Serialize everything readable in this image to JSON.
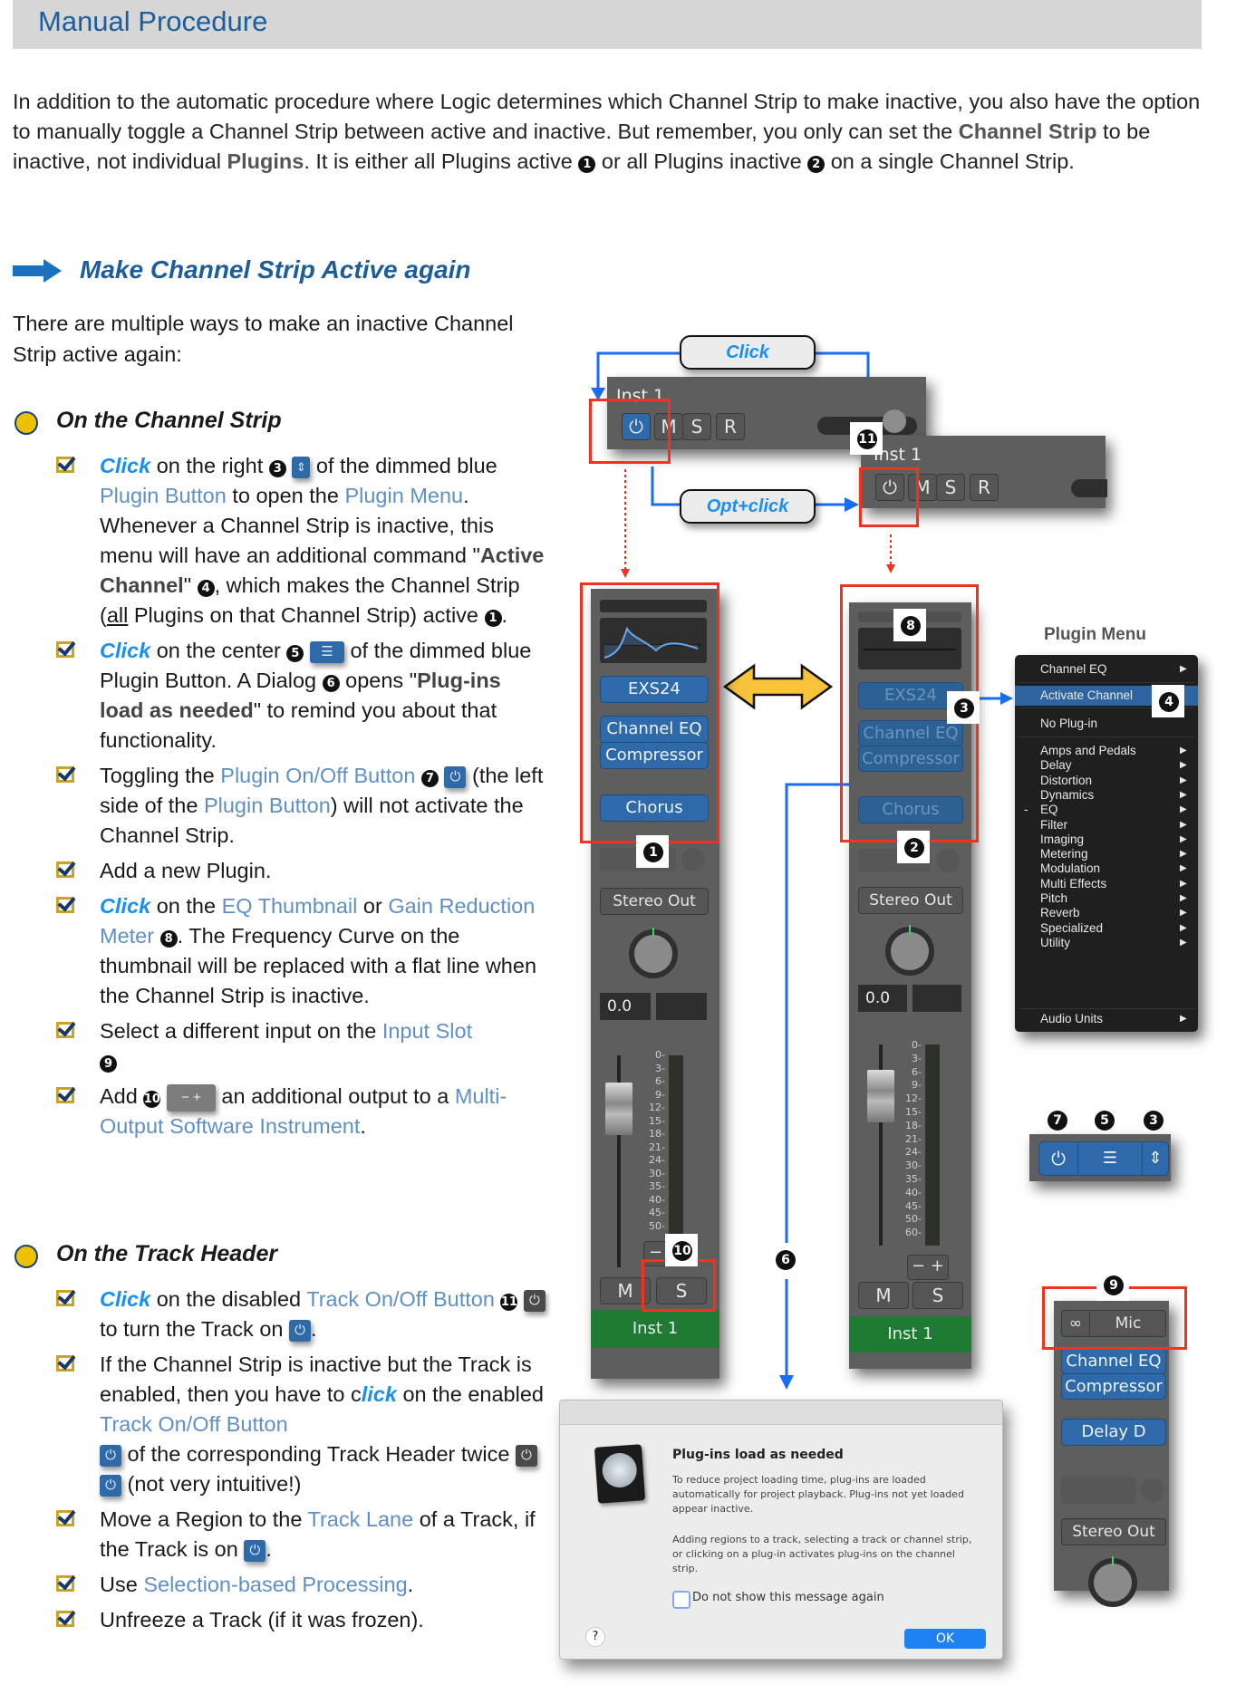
{
  "header": {
    "title": "Manual Procedure"
  },
  "intro": {
    "p1": "In addition to the automatic procedure where Logic determines which Channel Strip to make inactive, you also have the option to manually toggle a Channel Strip between active and inactive. But remember, you only can set the ",
    "b1": "Channel Strip",
    "p2": " to be inactive, not individual ",
    "b2": "Plugins",
    "p3": ". It is either all Plugins active ",
    "n1": "1",
    "p4": " or all Plugins inactive ",
    "n2": "2",
    "p5": " on a single Channel Strip."
  },
  "subheading": {
    "icon": "right-arrow-icon",
    "title": "Make Channel Strip Active again"
  },
  "lead": "There are multiple ways to make an inactive Channel Strip active again:",
  "sections": [
    {
      "title": "On the Channel Strip",
      "items": [
        {
          "click": "Click",
          "t1": " on the right ",
          "n": "3",
          "t2": " of the dimmed blue ",
          "l1": "Plugin Button",
          "t3": " to open the ",
          "l2": "Plugin Menu",
          "t4": ". Whenever a Channel Strip is inactive, this menu will have an additional command \"",
          "b": "Active Channel",
          "t5": "\" ",
          "n2": "4",
          "t6": ", which makes the Channel Strip (",
          "u": "all",
          "t7": " Plugins on that Channel Strip) active ",
          "n3": "1",
          "t8": "."
        },
        {
          "click": "Click",
          "t1": " on the center ",
          "n": "5",
          "t2": " of the dimmed blue Plugin Button. A Dialog ",
          "n2": "6",
          "t3": " opens \"",
          "b": "Plug-ins load as needed",
          "t4": "\" to remind you about that functionality."
        },
        {
          "t1": "Toggling the ",
          "l1": "Plugin On/Off Button",
          "n": "7",
          "t2": " (the left side of the ",
          "l2": "Plugin Button",
          "t3": ") will not activate the Channel Strip."
        },
        {
          "t1": "Add a new Plugin."
        },
        {
          "click": "Click",
          "t1": " on the ",
          "l1": "EQ Thumbnail",
          "t2": " or ",
          "l2": "Gain Reduction Meter",
          "n": "8",
          "t3": ". The Frequency Curve on the thumbnail will be replaced with a flat line when the Channel Strip is inactive."
        },
        {
          "t1": "Select a different input on the ",
          "l1": "Input Slot",
          "n": "9"
        },
        {
          "t1": "Add ",
          "n": "10",
          "t2": " an additional output to a ",
          "l1": "Multi-Output Software Instrument",
          "t3": "."
        }
      ]
    },
    {
      "title": "On the Track Header",
      "items": [
        {
          "click": "Click",
          "t1": " on the disabled ",
          "l1": "Track On/Off Button",
          "n": "11",
          "t2": " to turn the Track on ",
          "t3": "."
        },
        {
          "t1": "If the Channel Strip is inactive but the Track is enabled, then you have to c",
          "click": "lick",
          "t2": " on the enabled ",
          "l1": "Track On/Off Button",
          "t3": " of the corresponding Track Header twice ",
          "t4": " (not very intuitive!)"
        },
        {
          "t1": "Move a Region to the ",
          "l1": "Track Lane",
          "t2": " of a Track, if the Track is on ",
          "t3": "."
        },
        {
          "t1": "Use ",
          "l1": "Selection-based Processing",
          "t2": "."
        },
        {
          "t1": "Unfreeze a Track (if it was frozen)."
        }
      ]
    }
  ],
  "icons": {
    "power": "⏻",
    "updown": "⇕",
    "sliders": "☰",
    "minus_plus": "− +"
  },
  "diagram": {
    "click_label": "Click",
    "optclick_label": "Opt+click",
    "track_header_name": "Inst 1",
    "track_buttons": [
      "M",
      "S",
      "R"
    ],
    "callouts": {
      "n1": "1",
      "n2": "2",
      "n3": "3",
      "n4": "4",
      "n5": "5",
      "n6": "6",
      "n7": "7",
      "n8": "8",
      "n9": "9",
      "n10": "10",
      "n11": "11"
    },
    "strip_active": {
      "plugins": [
        "EXS24",
        "Channel EQ",
        "Compressor",
        "Chorus"
      ],
      "output": "Stereo Out",
      "volume": "0.0",
      "mute": "M",
      "solo": "S",
      "name": "Inst 1"
    },
    "strip_inactive": {
      "plugins": [
        "EXS24",
        "Channel EQ",
        "Compressor",
        "Chorus"
      ],
      "output": "Stereo Out",
      "volume": "0.0",
      "mute": "M",
      "solo": "S",
      "name": "Inst 1"
    },
    "meter_scale_1": [
      "0",
      "3",
      "6",
      "9",
      "12",
      "15",
      "18",
      "21",
      "24",
      "30",
      "35",
      "40",
      "45",
      "50"
    ],
    "meter_scale_2": [
      "0",
      "3",
      "6",
      "9",
      "12",
      "15",
      "18",
      "21",
      "24",
      "30",
      "35",
      "40",
      "45",
      "50",
      "60"
    ],
    "plugin_menu": {
      "title": "Plugin Menu",
      "top": "Channel EQ",
      "highlight": "Activate Channel",
      "no_plugin": "No Plug-in",
      "categories": [
        "Amps and Pedals",
        "Delay",
        "Distortion",
        "Dynamics",
        "EQ",
        "Filter",
        "Imaging",
        "Metering",
        "Modulation",
        "Multi Effects",
        "Pitch",
        "Reverb",
        "Specialized",
        "Utility"
      ],
      "current_marker": "-",
      "bottom": "Audio Units"
    },
    "input_strip": {
      "input": "Mic",
      "plugins": [
        "Channel EQ",
        "Compressor",
        "Delay D"
      ],
      "output": "Stereo Out"
    },
    "dialog": {
      "title": "Plug-ins load as needed",
      "body1": "To reduce project loading time, plug-ins are loaded automatically for project playback. Plug-ins not yet loaded appear inactive.",
      "body2": "Adding regions to a track, selecting a track or channel strip, or clicking on a plug-in activates plug-ins on the channel strip.",
      "checkbox": "Do not show this message again",
      "checked": false,
      "help": "?",
      "ok": "OK"
    }
  },
  "colors": {
    "heading_blue": "#1c5e9c",
    "link_blue": "#5f8fc3",
    "click_blue": "#1a8ff0",
    "callout_red": "#f0321e",
    "plugin_blue": "#2e6aa9",
    "track_green": "#1f7a34"
  }
}
